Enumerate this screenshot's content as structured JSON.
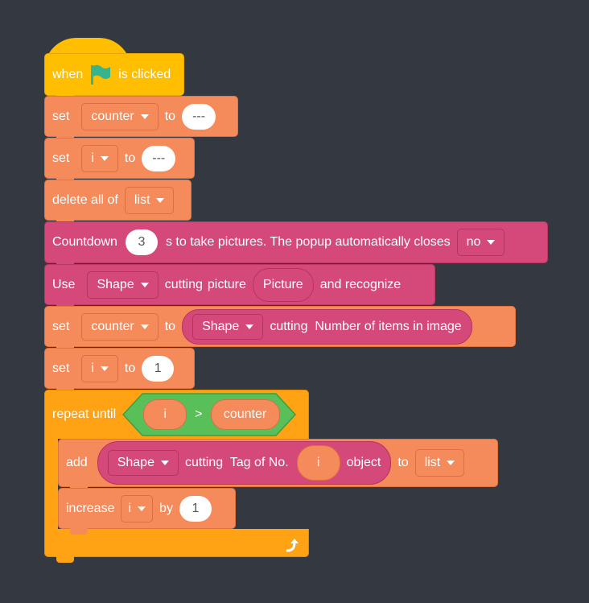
{
  "colors": {
    "background": "#333841",
    "event_block": "#FFBF00",
    "variable_block": "#F58A5B",
    "ai_block": "#D5487A",
    "control_block": "#FFA214",
    "operator_block": "#59C059",
    "flag": "#37B48D"
  },
  "hat": {
    "when": "when",
    "flag_icon": "green-flag-icon",
    "is_clicked": "is clicked"
  },
  "b1": {
    "set": "set",
    "var": "counter",
    "to": "to",
    "value": "---"
  },
  "b2": {
    "set": "set",
    "var": "i",
    "to": "to",
    "value": "---"
  },
  "b3": {
    "label": "delete all of",
    "list": "list"
  },
  "b4": {
    "countdown": "Countdown",
    "seconds": "3",
    "middle": "s to take pictures. The popup automatically closes",
    "option": "no"
  },
  "b5": {
    "use": "Use",
    "model": "Shape",
    "cutting": "cutting",
    "picture_label": "picture",
    "picture_value": "Picture",
    "recognize": "and recognize"
  },
  "b6": {
    "set": "set",
    "var": "counter",
    "to": "to",
    "model": "Shape",
    "reporter_text": "cutting  Number of items in image"
  },
  "b7": {
    "set": "set",
    "var": "i",
    "to": "to",
    "value": "1"
  },
  "repeat": {
    "label": "repeat until",
    "left": "i",
    "op": ">",
    "right": "counter",
    "loop_icon": "loop-arrow-icon"
  },
  "add": {
    "label": "add",
    "model": "Shape",
    "cutting": "cutting  Tag of No.",
    "index": "i",
    "object": "object",
    "to": "to",
    "list": "list"
  },
  "increase": {
    "label": "increase",
    "var": "i",
    "by": "by",
    "value": "1"
  }
}
